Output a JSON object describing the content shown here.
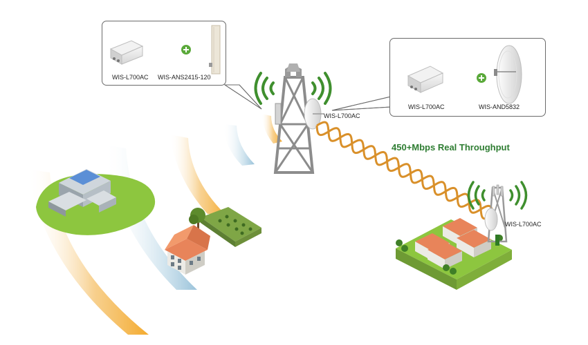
{
  "callout_left": {
    "device_label": "WIS-L700AC",
    "antenna_label": "WIS-ANS2415-120"
  },
  "callout_right": {
    "device_label": "WIS-L700AC",
    "antenna_label": "WIS-AND5832"
  },
  "main_tower_label": "WIS-L700AC",
  "remote_tower_label": "WIS-L700AC",
  "link_label": "450+Mbps Real Throughput",
  "colors": {
    "accent_green": "#2e7d32",
    "plus_green": "#5aa93a",
    "wave_orange": "#f3a623",
    "wave_blue": "#8fbcd6",
    "signal_arc_green": "#3f8f2e",
    "roof_orange": "#e8845a",
    "grass_green": "#8dc63f"
  },
  "icons": {
    "plus": "plus-circle-icon",
    "wifi": "signal-arcs-icon"
  }
}
